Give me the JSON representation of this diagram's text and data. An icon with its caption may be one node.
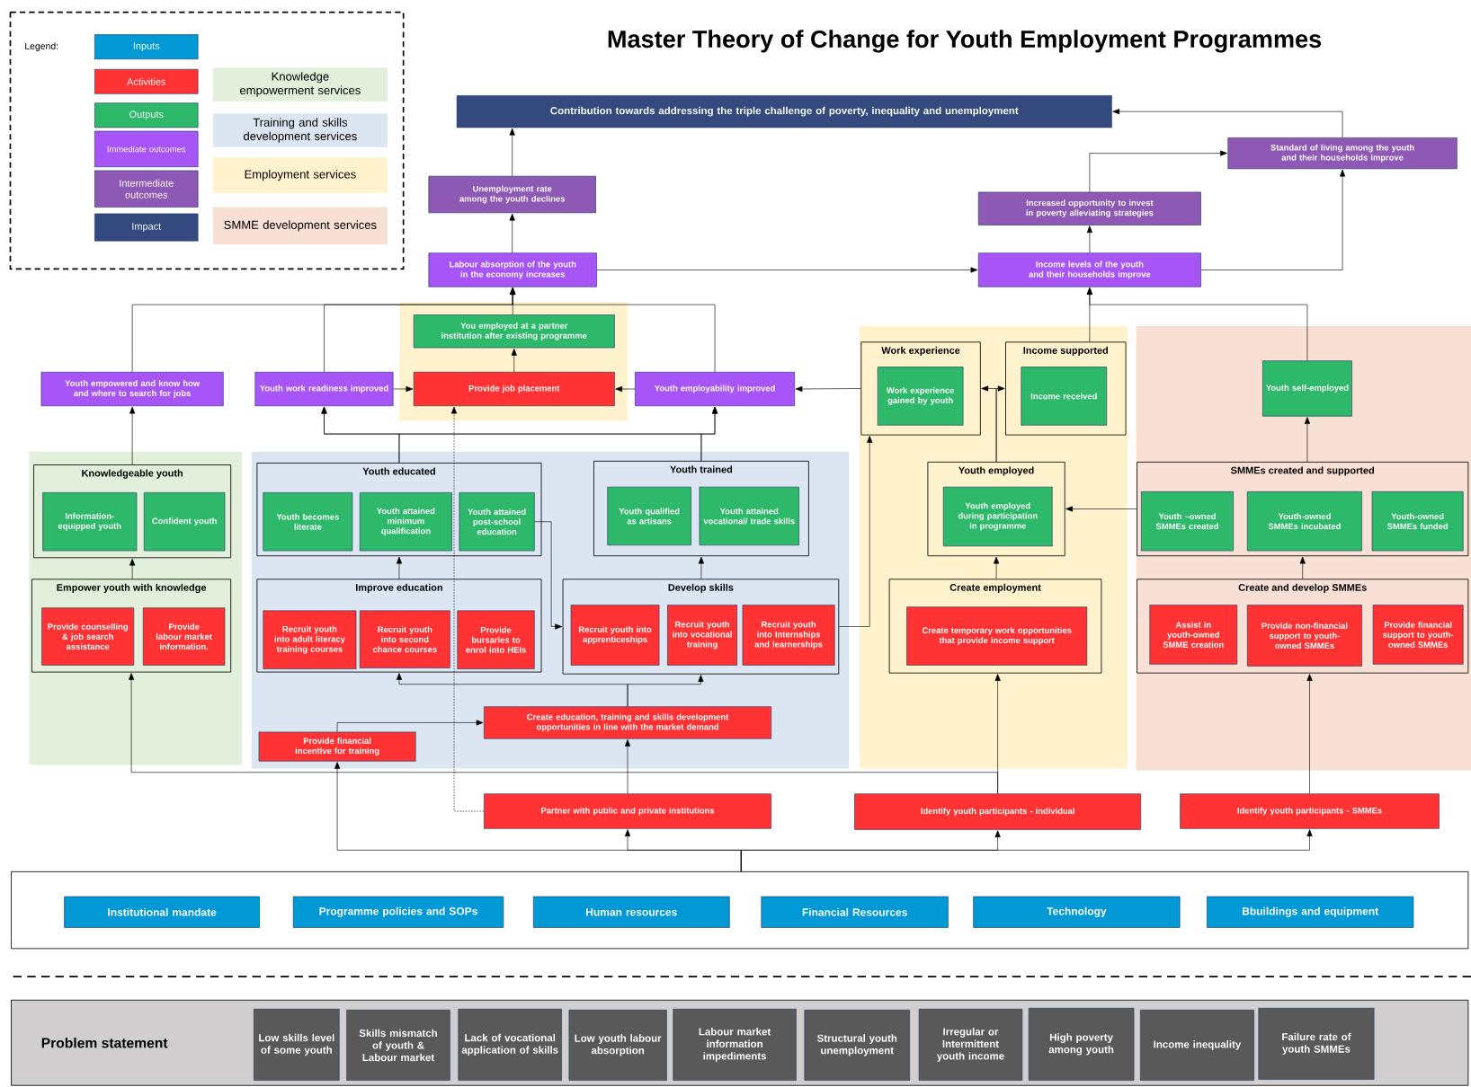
{
  "diagram": {
    "title": "Master Theory of Change for Youth Employment Programmes",
    "nodes": [
      {
        "text": [
          "Contribution towards addressing the triple challenge of poverty, inequality and unemployment"
        ]
      },
      {
        "text": [
          "Standard of living among the youth and their households improve"
        ]
      },
      {
        "text": [
          "Unemployment rate among the youth declines"
        ]
      },
      {
        "text": [
          "Increased opportunity to invest in poverty alleviating strategies"
        ]
      },
      {
        "text": [
          "Labour absorption of the youth in the economy increases"
        ]
      },
      {
        "text": [
          "Income levels of the youth and their households improve"
        ]
      },
      {
        "text": [
          "You employed at a partner institution after existing programme"
        ]
      },
      {
        "text": [
          "Youth empowered and know how and where to search for jobs"
        ]
      },
      {
        "text": [
          "Youth work readiness improved"
        ]
      },
      {
        "text": [
          "Provide job placement"
        ]
      },
      {
        "text": [
          "Youth employability improved"
        ]
      },
      {
        "text": [
          "Work experience"
        ]
      },
      {
        "text": [
          "Work experience gained by youth"
        ],
        "in": 11
      },
      {
        "text": [
          "Income supported"
        ]
      },
      {
        "text": [
          "Income received"
        ],
        "in": 13
      },
      {
        "text": [
          "Youth self-employed"
        ]
      },
      {
        "text": [
          "Knowledgeable youth"
        ]
      },
      {
        "text": [
          "Information-equipped youth"
        ],
        "in": 16
      },
      {
        "text": [
          "Confident youth"
        ],
        "in": 16
      },
      {
        "text": [
          "Youth educated"
        ]
      },
      {
        "text": [
          "Youth becomes literate"
        ],
        "in": 19
      },
      {
        "text": [
          "Youth attained minimum qualification"
        ],
        "in": 19
      },
      {
        "text": [
          "Youth attained post-school education"
        ],
        "in": 19
      },
      {
        "text": [
          "Youth trained"
        ]
      },
      {
        "text": [
          "Youth qualified as artisans"
        ],
        "in": 23
      },
      {
        "text": [
          "Youth attained vocational/ trade skills"
        ],
        "in": 23
      },
      {
        "text": [
          "Youth employed"
        ]
      },
      {
        "text": [
          "Youth employed during participation in programme"
        ],
        "in": 26
      },
      {
        "text": [
          "SMMEs created and supported"
        ]
      },
      {
        "text": [
          "Youth –owned SMMEs created"
        ],
        "in": 28
      },
      {
        "text": [
          "Youth-owned SMMEs incubated"
        ],
        "in": 28
      },
      {
        "text": [
          "Youth-owned SMMEs funded"
        ],
        "in": 28
      },
      {
        "text": [
          "Empower youth with knowledge"
        ]
      },
      {
        "text": [
          "Provide counselling & job search assistance"
        ],
        "in": 32
      },
      {
        "text": [
          "Provide labour market information."
        ],
        "in": 32
      },
      {
        "text": [
          "Improve education"
        ]
      },
      {
        "text": [
          "Recruit youth into adult literacy training courses"
        ],
        "in": 35
      },
      {
        "text": [
          "Recruit youth into second chance courses"
        ],
        "in": 35
      },
      {
        "text": [
          "Provide bursaries to enrol into HEIs"
        ],
        "in": 35
      },
      {
        "text": [
          "Develop skills"
        ]
      },
      {
        "text": [
          "Recruit youth into apprenticeships"
        ],
        "in": 39
      },
      {
        "text": [
          "Recruit youth into vocational training"
        ],
        "in": 39
      },
      {
        "text": [
          "Recruit youth into Internships and learnerships"
        ],
        "in": 39
      },
      {
        "text": [
          "Create employment"
        ]
      },
      {
        "text": [
          "Create temporary work opportunities that provide income support"
        ],
        "in": 43
      },
      {
        "text": [
          "Create and develop SMMEs"
        ]
      },
      {
        "text": [
          "Assist in youth-owned SMME creation"
        ],
        "in": 45
      },
      {
        "text": [
          "Provide non-financial support to youth-owned SMMEs"
        ],
        "in": 45
      },
      {
        "text": [
          "Provide financial support to youth-owned SMMEs"
        ],
        "in": 45
      },
      {
        "text": [
          "Create education, training and skills development opportunities in line with the market demand"
        ]
      },
      {
        "text": [
          "Provide financial incentive for training"
        ]
      },
      {
        "text": [
          "Partner with public and private institutions"
        ]
      },
      {
        "text": [
          "Identify youth participants - individual"
        ]
      },
      {
        "text": [
          "Identify youth participants - SMMEs"
        ]
      },
      {
        "text": [],
        "shape": "box"
      },
      {
        "text": [
          "Institutional mandate"
        ],
        "in": 54
      },
      {
        "text": [
          "Programme policies and SOPs"
        ],
        "in": 54
      },
      {
        "text": [
          "Human resources"
        ],
        "in": 54
      },
      {
        "text": [
          "Financial Resources"
        ],
        "in": 54
      },
      {
        "text": [
          "Technology"
        ],
        "in": 54
      },
      {
        "text": [
          "Bbuildings and equipment"
        ],
        "in": 54
      },
      {
        "text": [
          "Problem statement"
        ]
      },
      {
        "text": [
          "Low skills level of some youth"
        ],
        "in": 61
      },
      {
        "text": [
          "Skills mismatch of youth & Labour market"
        ],
        "in": 61
      },
      {
        "text": [
          "Lack of vocational application of skills"
        ],
        "in": 61
      },
      {
        "text": [
          "Low youth labour absorption"
        ],
        "in": 61
      },
      {
        "text": [
          "Labour market information impediments"
        ],
        "in": 61
      },
      {
        "text": [
          "Structural youth unemployment"
        ],
        "in": 61
      },
      {
        "text": [
          "Irregular or Intermittent youth income"
        ],
        "in": 61
      },
      {
        "text": [
          "High poverty among youth"
        ],
        "in": 61
      },
      {
        "text": [
          "Income inequality"
        ],
        "in": 61
      },
      {
        "text": [
          "Failure rate of youth SMMEs"
        ],
        "in": 61
      }
    ],
    "edges": [
      {
        "from": 2,
        "to": 0,
        "arrow": "to"
      },
      {
        "from": 4,
        "to": 2,
        "arrow": "to"
      },
      {
        "from": 4,
        "to": 5,
        "arrow": "to"
      },
      {
        "from": 5,
        "to": 3,
        "arrow": "to"
      },
      {
        "from": 5,
        "to": 1,
        "arrow": "to"
      },
      {
        "from": 3,
        "to": 1,
        "arrow": "to"
      },
      {
        "from": 1,
        "to": 0,
        "arrow": "to"
      },
      {
        "from": 6,
        "to": 4,
        "arrow": "to"
      },
      {
        "from": 7,
        "to": 4,
        "arrow": "to"
      },
      {
        "from": 8,
        "to": 4,
        "arrow": "to"
      },
      {
        "from": 10,
        "to": 4,
        "arrow": "to"
      },
      {
        "from": 15,
        "to": 5,
        "arrow": "to"
      },
      {
        "from": 13,
        "to": 5,
        "arrow": "to"
      },
      {
        "from": 9,
        "to": 6,
        "arrow": "to"
      },
      {
        "from": 8,
        "to": 9,
        "arrow": "to"
      },
      {
        "from": 10,
        "to": 9,
        "arrow": "to"
      },
      {
        "from": 11,
        "to": 10,
        "arrow": "to"
      },
      {
        "from": 26,
        "to": 11,
        "arrow": "to"
      },
      {
        "from": 26,
        "to": 13,
        "arrow": "to"
      },
      {
        "from": 39,
        "to": 11,
        "arrow": "to"
      },
      {
        "from": 16,
        "to": 7,
        "arrow": "to"
      },
      {
        "from": 32,
        "to": 16,
        "arrow": "to"
      },
      {
        "from": 19,
        "to": 8,
        "arrow": "to"
      },
      {
        "from": 19,
        "to": 10,
        "arrow": "to"
      },
      {
        "from": 23,
        "to": 8,
        "arrow": "to"
      },
      {
        "from": 23,
        "to": 10,
        "arrow": "to"
      },
      {
        "from": 35,
        "to": 19,
        "arrow": "to"
      },
      {
        "from": 39,
        "to": 23,
        "arrow": "to"
      },
      {
        "from": 43,
        "to": 26,
        "arrow": "to"
      },
      {
        "from": 45,
        "to": 28,
        "arrow": "to"
      },
      {
        "from": 28,
        "to": 15,
        "arrow": "to"
      },
      {
        "from": 28,
        "to": 26,
        "arrow": "to"
      },
      {
        "from": 22,
        "to": 39,
        "arrow": "to"
      },
      {
        "from": 49,
        "to": 35,
        "arrow": "to"
      },
      {
        "from": 49,
        "to": 39,
        "arrow": "to"
      },
      {
        "from": 50,
        "to": 49,
        "arrow": "to"
      },
      {
        "from": 51,
        "to": 49,
        "arrow": "to"
      },
      {
        "from": 51,
        "to": 9,
        "arrow": "to",
        "style": "dashed"
      },
      {
        "from": 54,
        "to": 50,
        "arrow": "to"
      },
      {
        "from": 54,
        "to": 51,
        "arrow": "to"
      },
      {
        "from": 54,
        "to": 52,
        "arrow": "to"
      },
      {
        "from": 54,
        "to": 53,
        "arrow": "to"
      },
      {
        "from": 52,
        "to": 43,
        "arrow": "to"
      },
      {
        "from": 52,
        "to": 32,
        "arrow": "to"
      },
      {
        "from": 53,
        "to": 45,
        "arrow": "to"
      }
    ],
    "labels": [
      "Legend:"
    ],
    "legend": [
      {
        "text": "Inputs",
        "color": "#0099d5"
      },
      {
        "text": "Activities",
        "color": "#ff3333"
      },
      {
        "text": "Outputs",
        "color": "#2eb86a"
      },
      {
        "text": "Immediate outcomes",
        "color": "#a855f7"
      },
      {
        "text": "Intermediate outcomes",
        "color": "#8e58b5"
      },
      {
        "text": "Impact",
        "color": "#344a7e"
      },
      {
        "text": "Knowledge empowerment services",
        "color": "#e2efda"
      },
      {
        "text": "Training and skills development services",
        "color": "#dce6f2"
      },
      {
        "text": "Employment services",
        "color": "#fff2cc"
      },
      {
        "text": "SMME development services",
        "color": "#f8e0d4"
      }
    ]
  }
}
